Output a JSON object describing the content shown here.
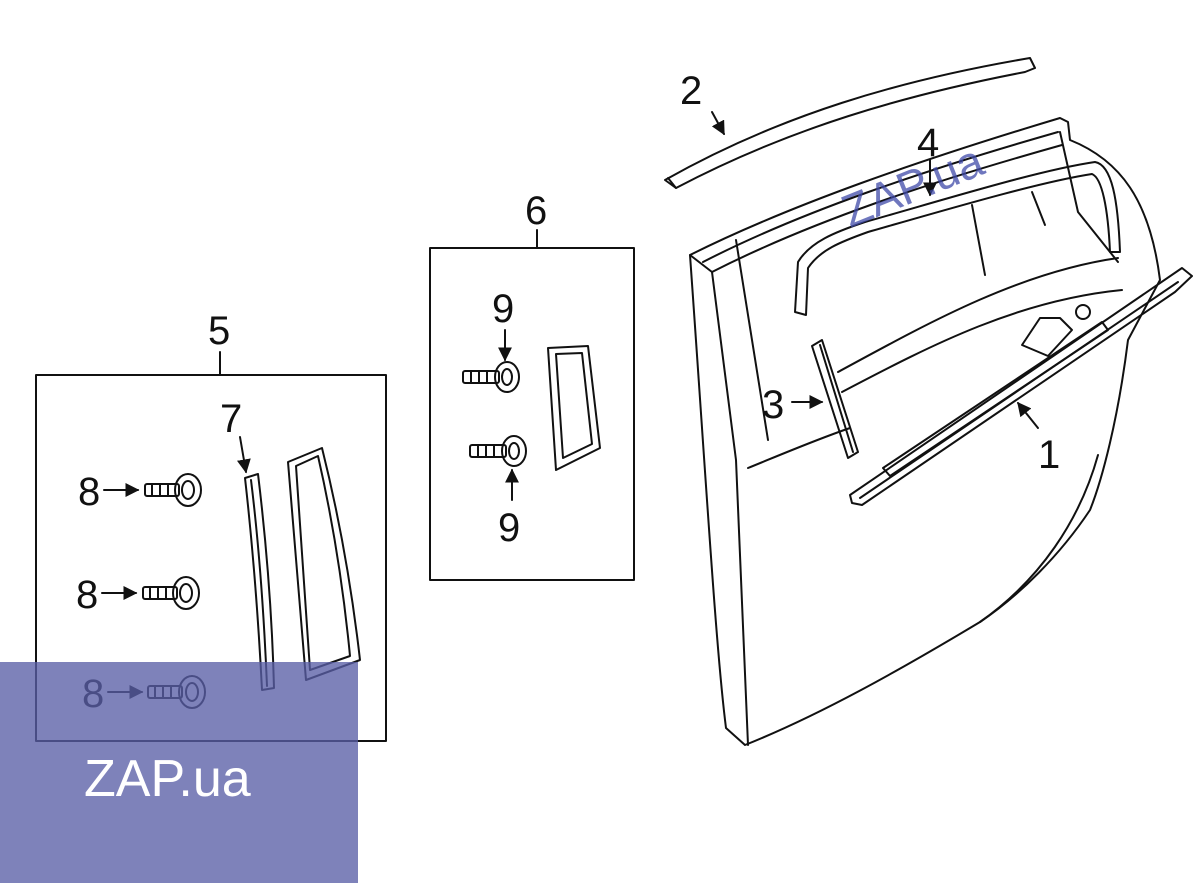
{
  "diagram": {
    "callouts": {
      "c1": "1",
      "c2": "2",
      "c3": "3",
      "c4": "4",
      "c5": "5",
      "c6": "6",
      "c7": "7",
      "c8a": "8",
      "c8b": "8",
      "c8c": "8",
      "c9a": "9",
      "c9b": "9"
    }
  },
  "watermark": {
    "bottom_text": "ZAP.ua",
    "diagonal_text": "ZAP.ua",
    "panel_color": "#5a5fa6"
  }
}
